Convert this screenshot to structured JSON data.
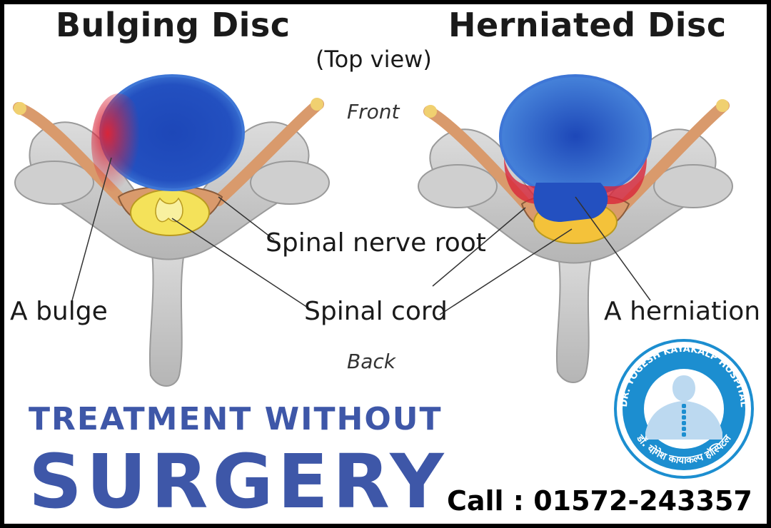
{
  "titles": {
    "left": "Bulging Disc",
    "right": "Herniated Disc",
    "view": "(Top view)"
  },
  "orientation": {
    "front": "Front",
    "back": "Back"
  },
  "labels": {
    "nerve_root": "Spinal nerve root",
    "bulge": "A bulge",
    "spinal_cord": "Spinal cord",
    "herniation": "A herniation"
  },
  "headline": {
    "line1": "TREATMENT WITHOUT",
    "line2": "SURGERY"
  },
  "contact": {
    "call": "Call : 01572-243357"
  },
  "logo": {
    "text_top": "DR. YOGESH KAYAKALP HOSPITAL",
    "text_bottom": "डॉ. योगेश कायाकल्प हॉस्पिटल"
  },
  "colors": {
    "brand_blue": "#3e57a8",
    "disc_blue": "#2d5fc7",
    "bulge_red": "#d8263a",
    "cord_yellow": "#f4e25a",
    "bone_gray": "#c9c9c9",
    "nerve_tan": "#d99a6c"
  }
}
